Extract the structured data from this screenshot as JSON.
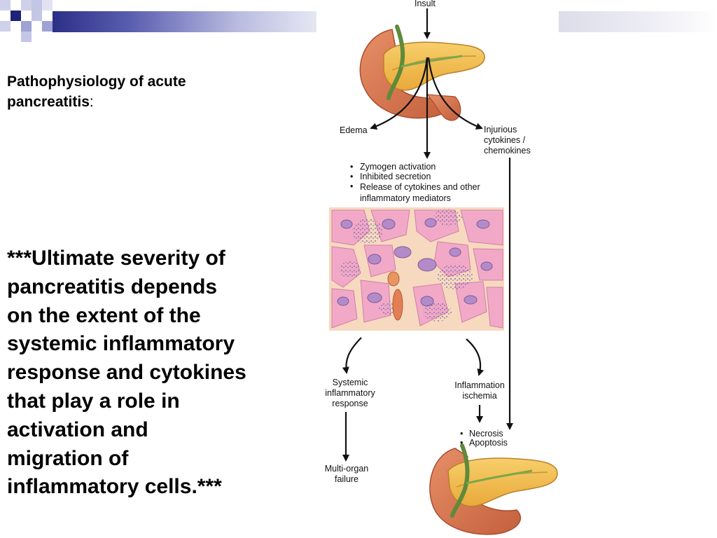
{
  "slide": {
    "heading": "Pathophysiology of acute pancreatitis",
    "heading_punct": ":",
    "severity_note": "***Ultimate severity of\npancreatitis depends\non the extent of the\nsystemic inflammatory\nresponse and cytokines\nthat play a role in\nactivation and\nmigration of\ninflammatory cells.***"
  },
  "diagram": {
    "insult": "Insult",
    "edema": "Edema",
    "injurious": "Injurious\ncytokines /\nchemokines",
    "mechanisms": [
      "Zymogen activation",
      "Inhibited secretion",
      "Release of cytokines and other\n   inflammatory mediators"
    ],
    "systemic": "Systemic\ninflammatory\nresponse",
    "inflammation": "Inflammation\nischemia",
    "outcomes": [
      "Necrosis",
      "Apoptosis"
    ],
    "multiorgan": "Multi-organ\nfailure",
    "bullet": "•"
  },
  "colors": {
    "accent_dark": "#1e2377",
    "pancreas": "#f2b94a",
    "duodenum": "#d9774f",
    "duct": "#5f8a3a"
  }
}
